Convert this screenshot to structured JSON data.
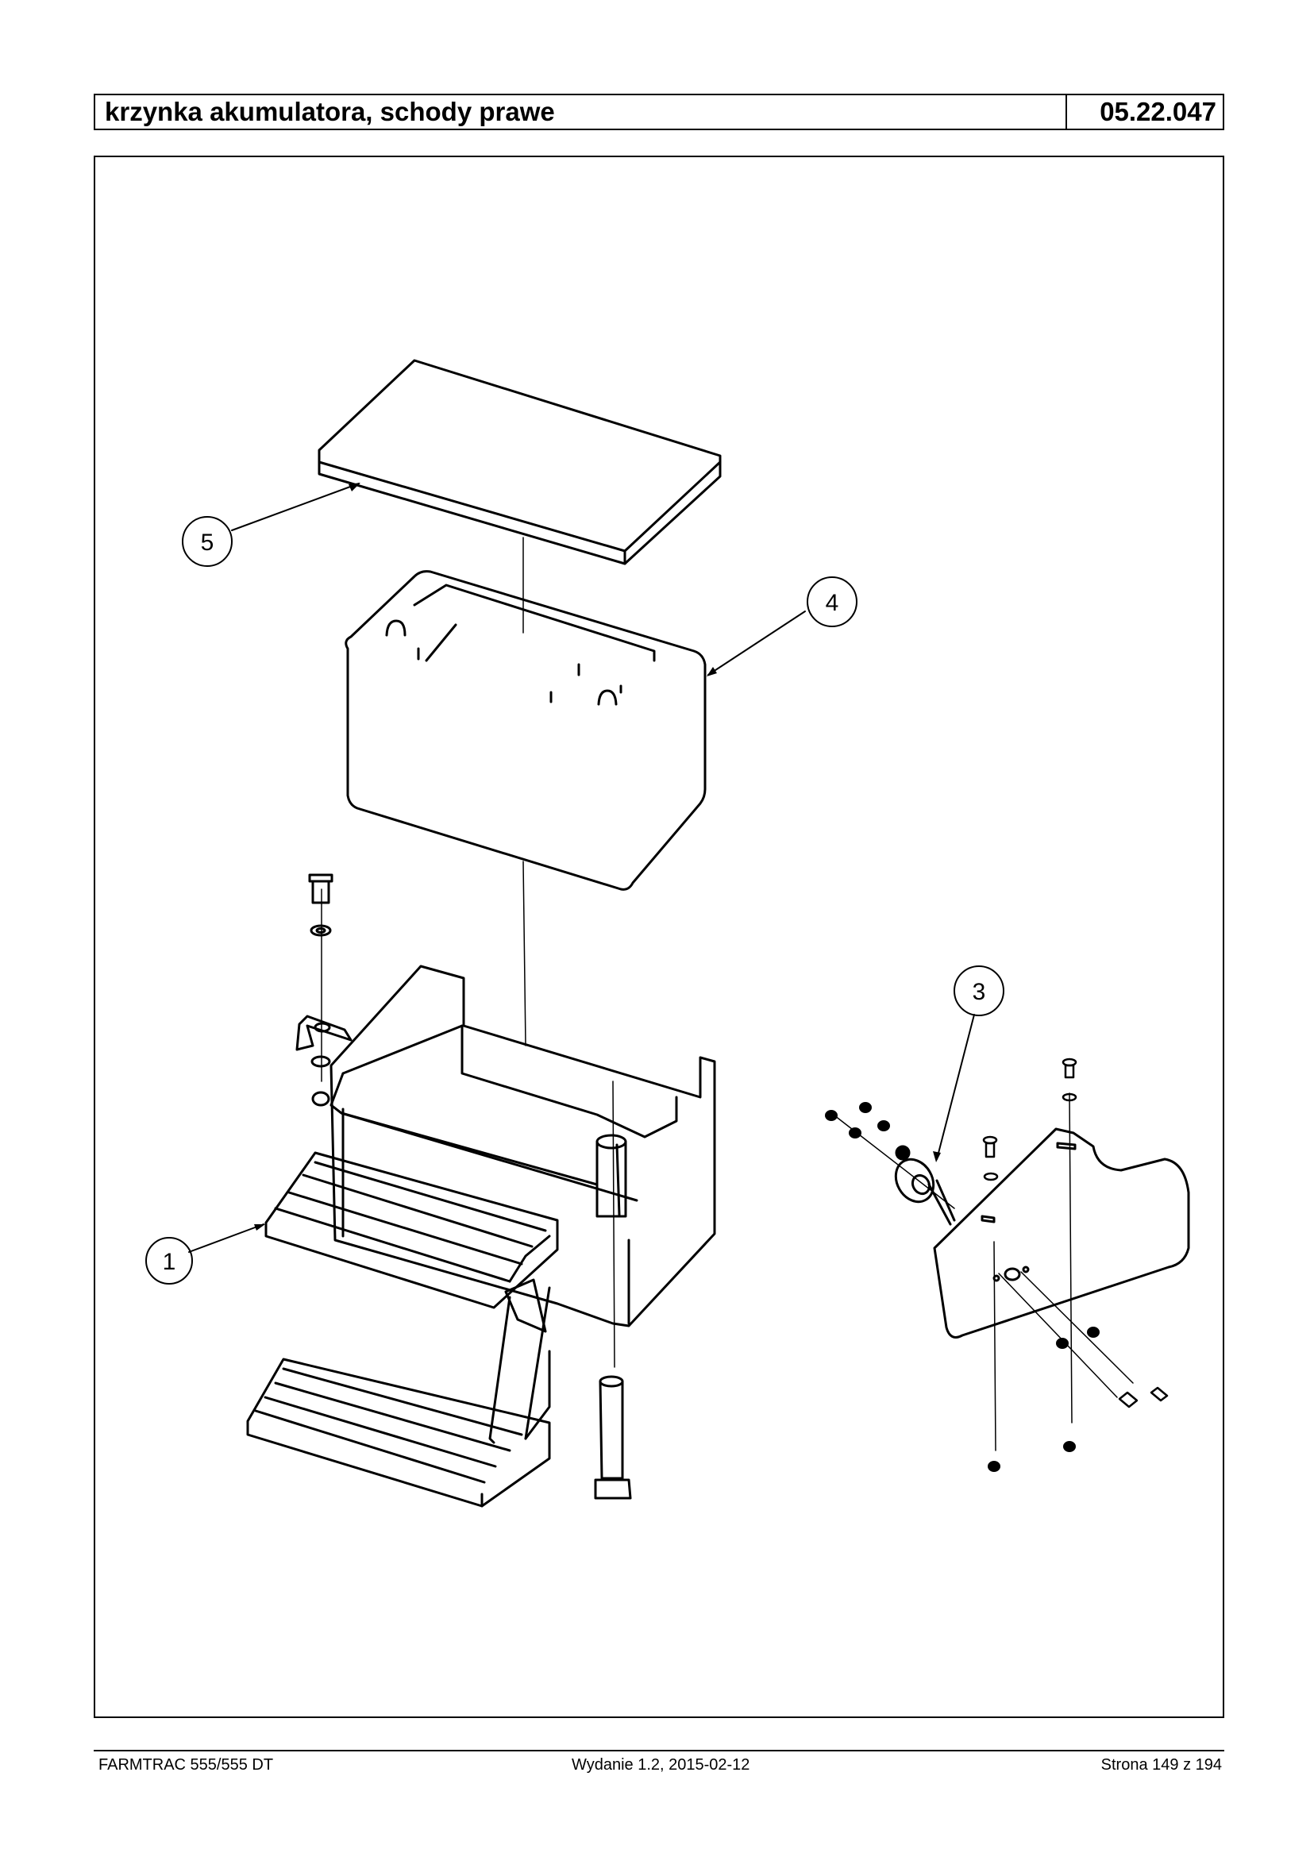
{
  "header": {
    "title": "krzynka akumulatora, schody prawe",
    "code": "05.22.047"
  },
  "callouts": [
    {
      "label": "1"
    },
    {
      "label": "3"
    },
    {
      "label": "4"
    },
    {
      "label": "5"
    }
  ],
  "footer": {
    "left": "FARMTRAC 555/555 DT",
    "middle": "Wydanie 1.2,  2015-02-12",
    "right": "Strona 149 z 194"
  }
}
